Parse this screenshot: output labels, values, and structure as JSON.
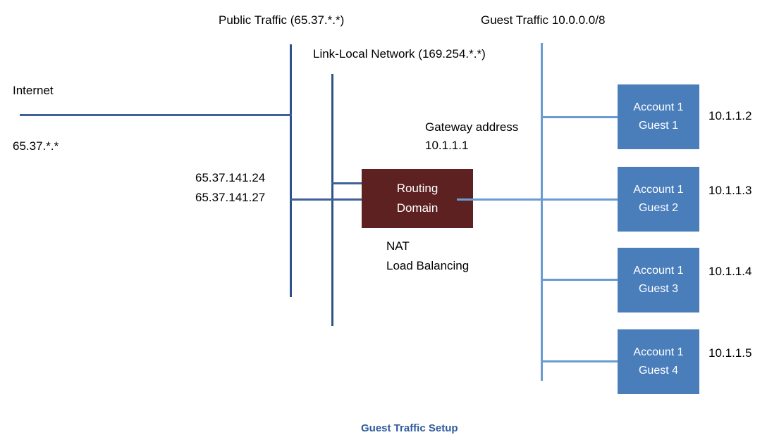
{
  "diagram": {
    "caption": "Guest Traffic Setup",
    "colors": {
      "guest_box": "#4a7ebb",
      "routing_box": "#5e2121",
      "public_line": "#2e5289",
      "guest_line": "#6a9bd1",
      "caption_text": "#2e5b9c"
    },
    "labels": {
      "public_traffic": "Public Traffic (65.37.*.*)",
      "link_local": "Link-Local Network (169.254.*.*)",
      "guest_traffic": "Guest Traffic 10.0.0.0/8",
      "internet": "Internet",
      "internet_range": "65.37.*.*",
      "public_ip_1": "65.37.141.24",
      "public_ip_2": "65.37.141.27",
      "gateway_title": "Gateway address",
      "gateway_ip": "10.1.1.1",
      "nat": "NAT",
      "load_balancing": "Load Balancing"
    },
    "routing_domain": {
      "line1": "Routing",
      "line2": "Domain"
    },
    "guests": [
      {
        "line1": "Account 1",
        "line2": "Guest 1",
        "ip": "10.1.1.2"
      },
      {
        "line1": "Account 1",
        "line2": "Guest 2",
        "ip": "10.1.1.3"
      },
      {
        "line1": "Account 1",
        "line2": "Guest 3",
        "ip": "10.1.1.4"
      },
      {
        "line1": "Account 1",
        "line2": "Guest 4",
        "ip": "10.1.1.5"
      }
    ]
  }
}
